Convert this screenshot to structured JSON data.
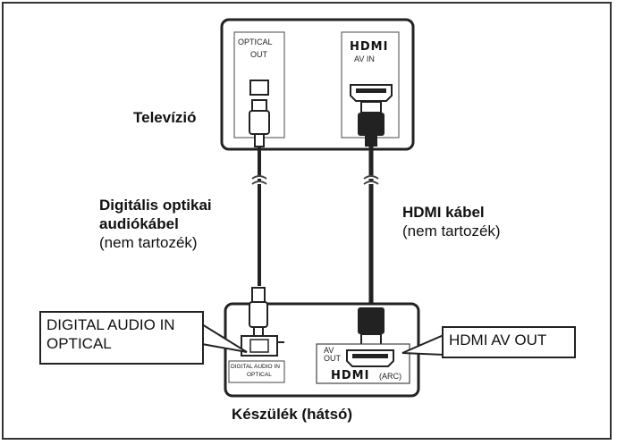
{
  "tv": {
    "label": "Televízió",
    "optical_port_line1": "OPTICAL",
    "optical_port_line2": "OUT",
    "hdmi_logo": "HDMI",
    "hdmi_port_label": "AV IN"
  },
  "optical_cable": {
    "label_line1": "Digitális optikai",
    "label_line2": "audiókábel",
    "note": "(nem tartozék)"
  },
  "hdmi_cable": {
    "label": "HDMI kábel",
    "note": "(nem tartozék)"
  },
  "device": {
    "label": "Készülék (hátsó)",
    "digital_audio_small_line1": "DIGITAL AUDIO IN",
    "digital_audio_small_line2": "OPTICAL",
    "av_out_small_line1": "AV",
    "av_out_small_line2": "OUT",
    "hdmi_logo": "HDMI",
    "arc_label": "(ARC)"
  },
  "callouts": {
    "digital_audio_line1": "DIGITAL AUDIO IN",
    "digital_audio_line2": "OPTICAL",
    "hdmi_av_out": "HDMI AV OUT"
  }
}
